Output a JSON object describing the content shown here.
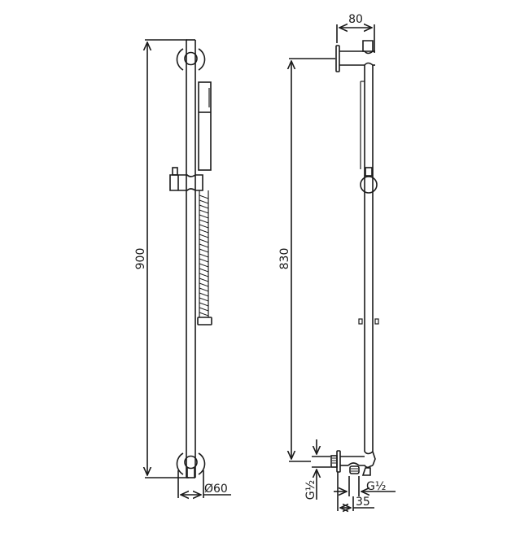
{
  "title": "Shower slide rail technical drawing",
  "colors": {
    "line": "#1a1a1a",
    "background": "#ffffff"
  },
  "front_view": {
    "dimensions": {
      "overall_height": "900",
      "bracket_diameter": "Ø60"
    }
  },
  "side_view": {
    "dimensions": {
      "projection": "80",
      "bracket_spacing": "830",
      "inlet_thread": "G½",
      "outlet_thread": "G½",
      "outlet_offset": "35"
    }
  }
}
